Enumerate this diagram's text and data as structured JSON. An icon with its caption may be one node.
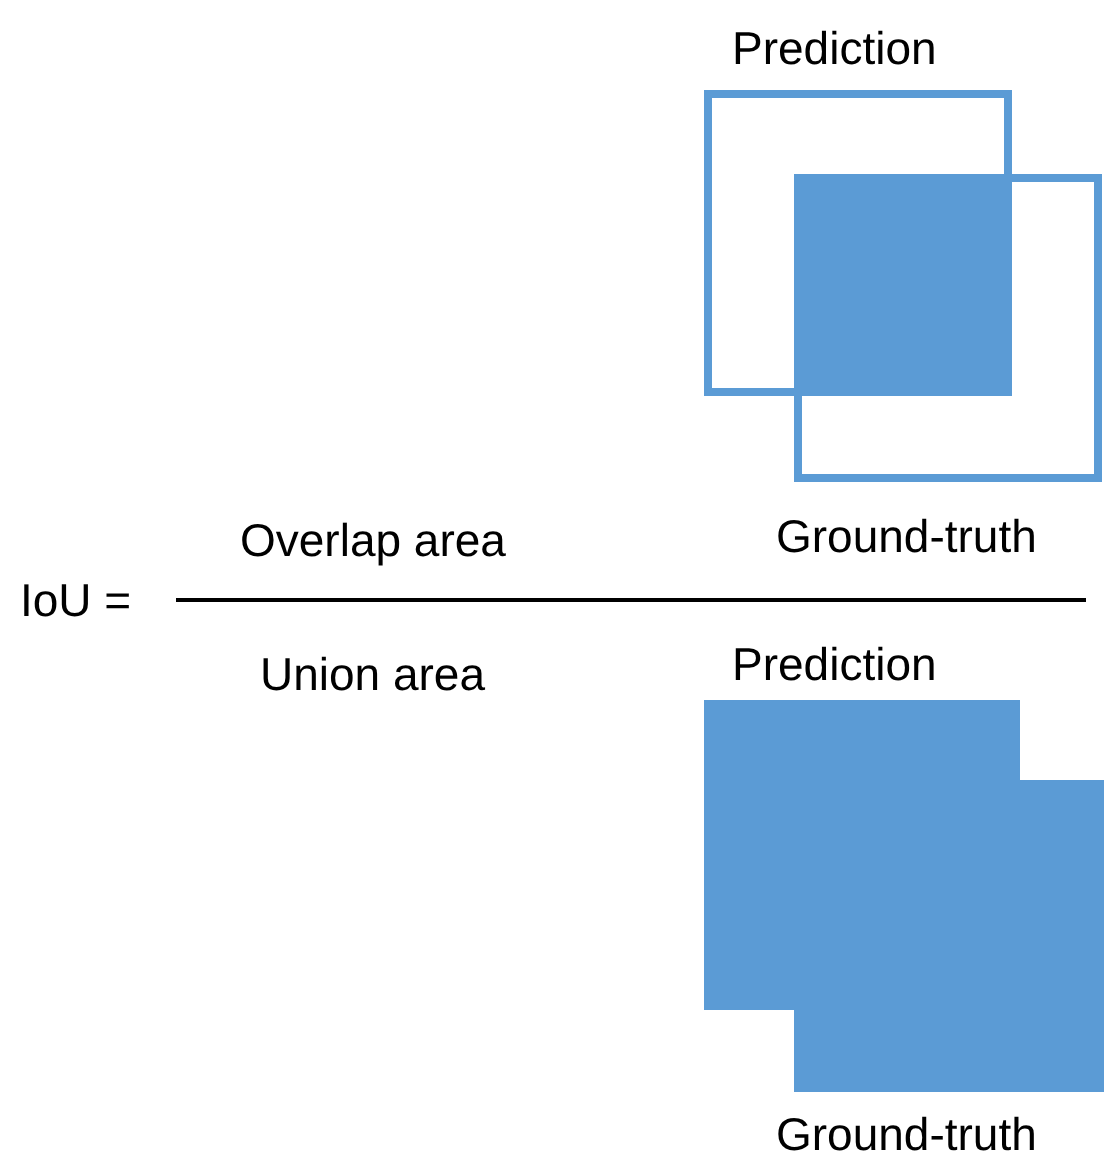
{
  "diagram": {
    "labels": [
      "Prediction",
      "Overlap area",
      "Ground-truth",
      "IoU =",
      "Union area",
      "Prediction",
      "Ground-truth"
    ]
  }
}
